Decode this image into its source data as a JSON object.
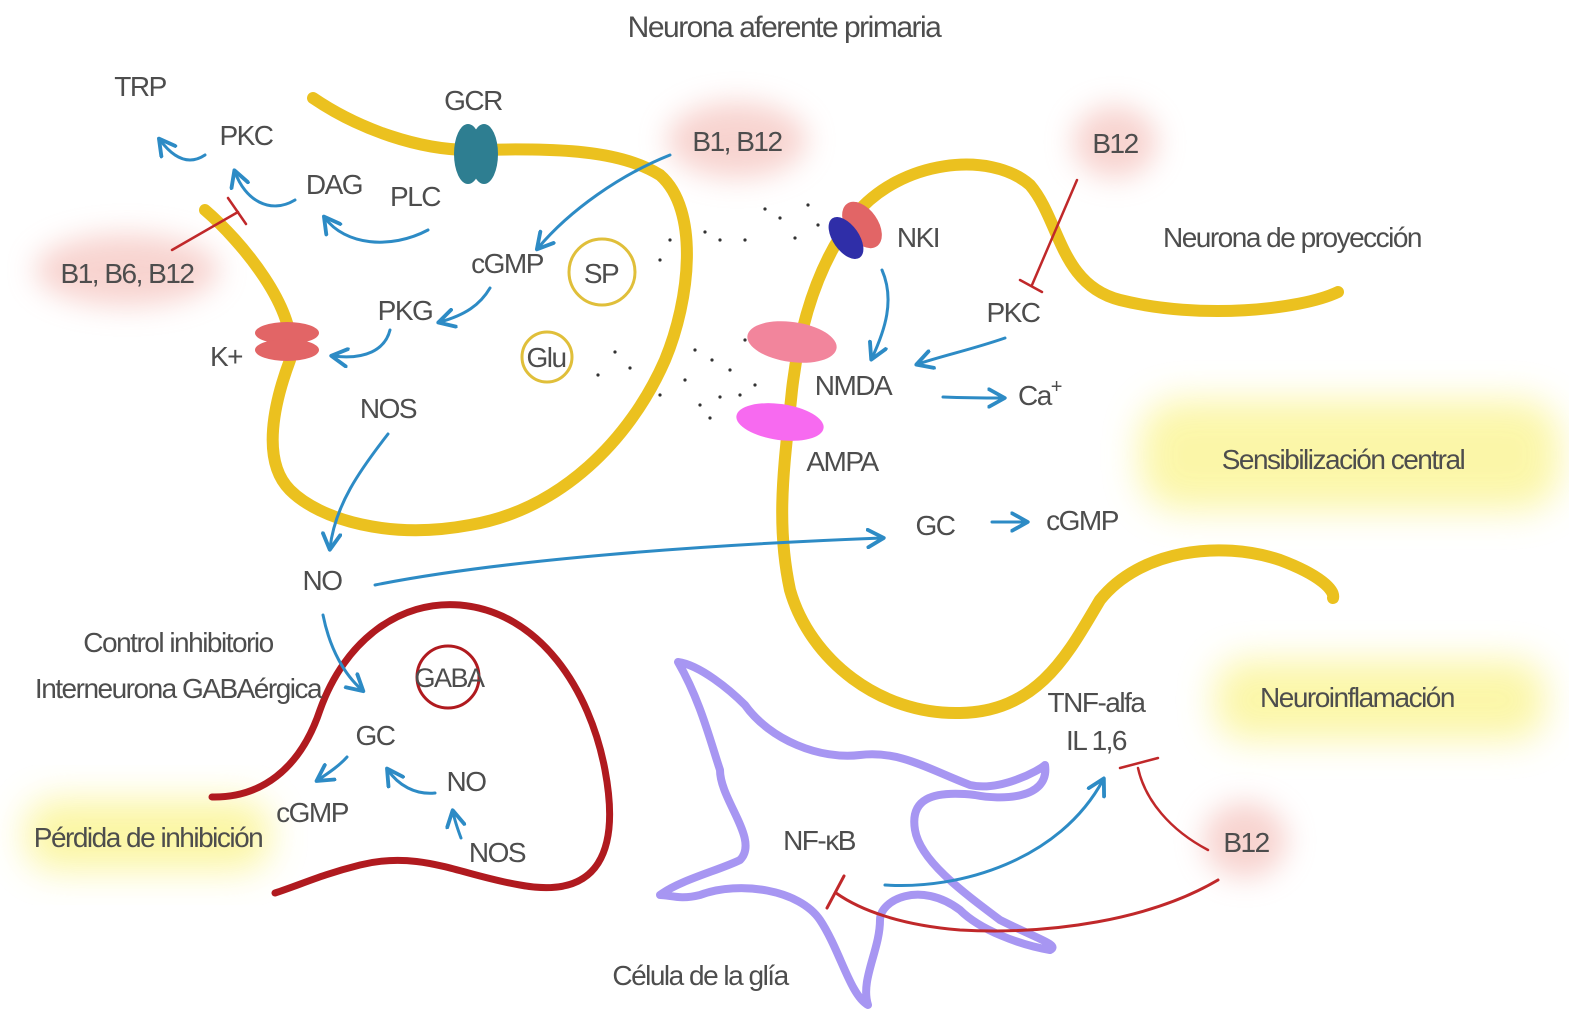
{
  "title": "Neurona aferente primaria",
  "colors": {
    "afferent_neuron": "#EBC11F",
    "projection_neuron": "#EBC11F",
    "interneuron": "#B01A1F",
    "glia": "#A796F2",
    "activation_arrow": "#2D8BC5",
    "inhibition_line": "#C0282A",
    "vitamin_halo": "#F6C9C4",
    "outcome_halo": "#FBF59A",
    "gcr_receptor": "#2E7E91",
    "k_channel": "#E26566",
    "nk1_receptor_a": "#E26566",
    "nk1_receptor_b": "#2F2EA8",
    "nmda_receptor": "#F2859C",
    "ampa_receptor": "#F76AF0",
    "text": "#4D4D4D"
  },
  "afferent": {
    "trp": "TRP",
    "pkc": "PKC",
    "dag": "DAG",
    "plc": "PLC",
    "gcr": "GCR",
    "vitamins_left": "B1, B6, B12",
    "vitamins_top": "B1, B12",
    "cgmp": "cGMP",
    "pkg": "PKG",
    "k_plus": "K+",
    "nos": "NOS",
    "sp": "SP",
    "glu": "Glu",
    "no": "NO"
  },
  "projection": {
    "label": "Neurona de proyección",
    "b12": "B12",
    "nk1": "NKI",
    "pkc": "PKC",
    "nmda": "NMDA",
    "calcium": "Ca",
    "calcium_sup": "+",
    "ampa": "AMPA",
    "gc": "GC",
    "cgmp": "cGMP"
  },
  "interneuron": {
    "label_line1": "Control inhibitorio",
    "label_line2": "Interneurona GABAérgica",
    "gaba": "GABA",
    "gc": "GC",
    "cgmp": "cGMP",
    "no": "NO",
    "nos": "NOS"
  },
  "glia": {
    "label": "Célula de la glía",
    "nfkb": "NF-κB",
    "cytokines_line1": "TNF-alfa",
    "cytokines_line2": "IL 1,6",
    "b12": "B12"
  },
  "outcomes": {
    "central_sensitization": "Sensibilización central",
    "neuroinflammation": "Neuroinflamación",
    "loss_of_inhibition": "Pérdida de inhibición"
  }
}
